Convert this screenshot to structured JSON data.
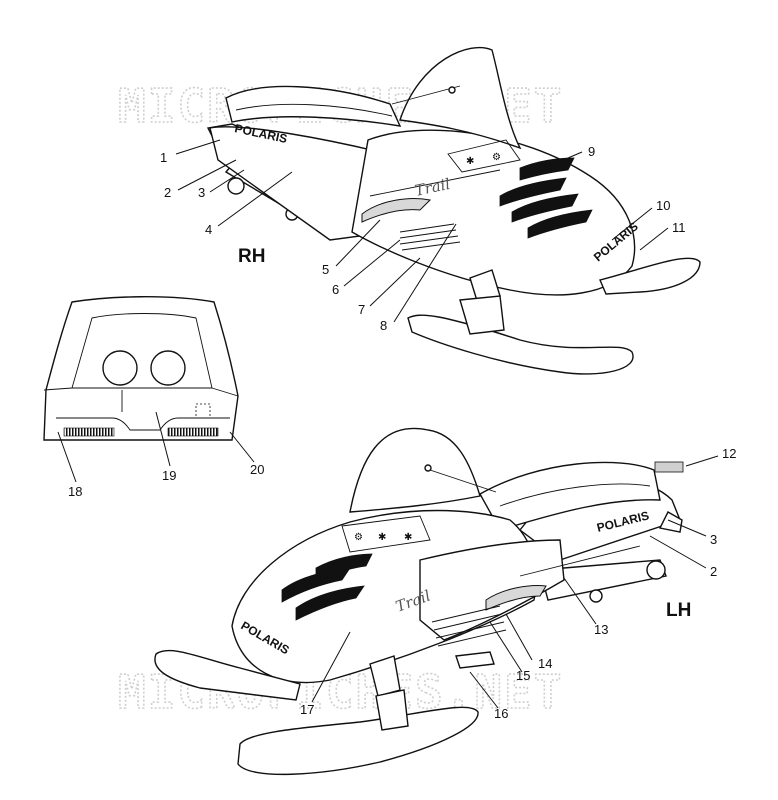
{
  "watermark": "MICROFICHES.NET",
  "views": {
    "rh": {
      "label": "RH"
    },
    "lh": {
      "label": "LH"
    }
  },
  "decal_text": {
    "brand": "POLARIS",
    "model_script": "Trail"
  },
  "callouts": [
    "1",
    "2",
    "3",
    "4",
    "5",
    "6",
    "7",
    "8",
    "9",
    "10",
    "11",
    "12",
    "3",
    "2",
    "13",
    "14",
    "15",
    "16",
    "17",
    "18",
    "19",
    "20"
  ]
}
